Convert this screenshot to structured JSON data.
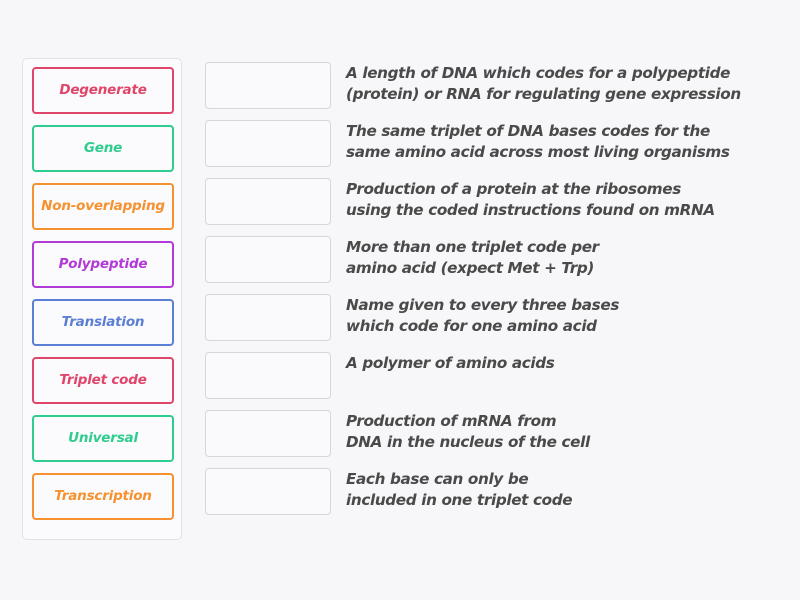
{
  "activity": {
    "type": "match-up-drag-and-drop",
    "topic": "Genetic code terminology"
  },
  "tiles_panel": {
    "tiles": [
      {
        "label": "Degenerate",
        "color": "#e0466a"
      },
      {
        "label": "Gene",
        "color": "#2ecc8f"
      },
      {
        "label": "Non-overlapping",
        "color": "#f5922f"
      },
      {
        "label": "Polypeptide",
        "color": "#b23ad6"
      },
      {
        "label": "Translation",
        "color": "#5b7fd4"
      },
      {
        "label": "Triplet code",
        "color": "#e0466a"
      },
      {
        "label": "Universal",
        "color": "#2ecc8f"
      },
      {
        "label": "Transcription",
        "color": "#f5922f"
      }
    ]
  },
  "rows": [
    {
      "dropzone_value": "",
      "definition": "A length of DNA which codes for a polypeptide\n(protein) or RNA for regulating gene expression"
    },
    {
      "dropzone_value": "",
      "definition": "The same triplet of DNA bases codes for the\nsame amino acid across most living organisms"
    },
    {
      "dropzone_value": "",
      "definition": "Production of a protein at the ribosomes\nusing the coded instructions found on mRNA"
    },
    {
      "dropzone_value": "",
      "definition": "More than one triplet code per\namino acid (expect Met + Trp)"
    },
    {
      "dropzone_value": "",
      "definition": "Name given to every three bases\nwhich code for one amino acid"
    },
    {
      "dropzone_value": "",
      "definition": "A polymer of amino acids"
    },
    {
      "dropzone_value": "",
      "definition": "Production of mRNA from\nDNA in the nucleus of the cell"
    },
    {
      "dropzone_value": "",
      "definition": "Each base can only be\nincluded in one triplet code"
    }
  ],
  "theme": {
    "page_background": "#f7f6f8",
    "panel_background": "#fbfafc",
    "panel_border": "#e3e1e6",
    "dropzone_border": "#d8d6da",
    "definition_text": "#4a4a4a"
  }
}
